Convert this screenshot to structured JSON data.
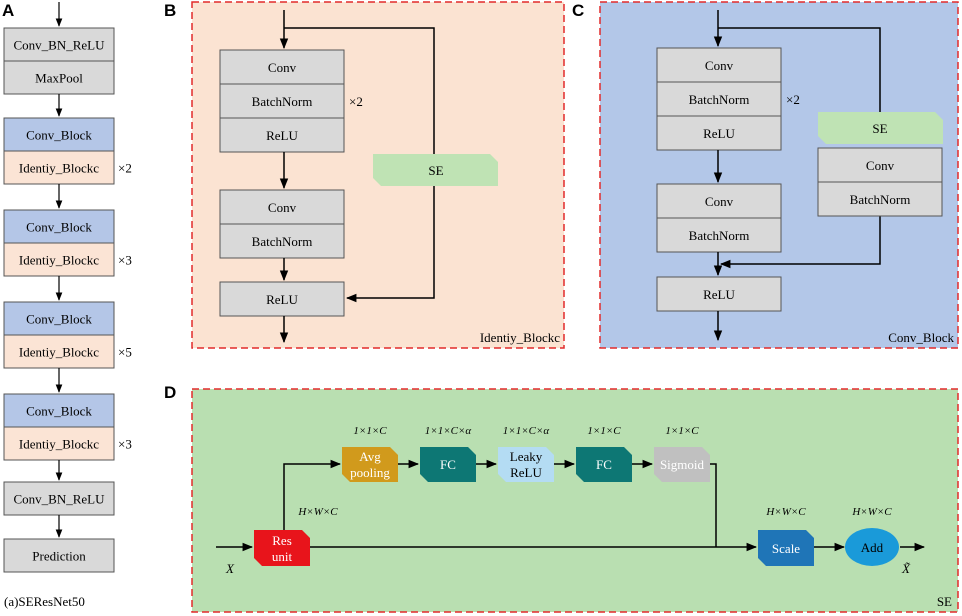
{
  "panel_letters": {
    "a": "A",
    "b": "B",
    "c": "C",
    "d": "D"
  },
  "panel_a": {
    "blocks": [
      {
        "label": "Conv_BN_ReLU",
        "kind": "gray"
      },
      {
        "label": "MaxPool",
        "kind": "gray"
      },
      {
        "label": "Conv_Block",
        "kind": "blue"
      },
      {
        "label": "Identiy_Blockc",
        "kind": "peach",
        "repeat": "×2"
      },
      {
        "label": "Conv_Block",
        "kind": "blue"
      },
      {
        "label": "Identiy_Blockc",
        "kind": "peach",
        "repeat": "×3"
      },
      {
        "label": "Conv_Block",
        "kind": "blue"
      },
      {
        "label": "Identiy_Blockc",
        "kind": "peach",
        "repeat": "×5"
      },
      {
        "label": "Conv_Block",
        "kind": "blue"
      },
      {
        "label": "Identiy_Blockc",
        "kind": "peach",
        "repeat": "×3"
      },
      {
        "label": "Conv_BN_ReLU",
        "kind": "gray"
      },
      {
        "label": "Prediction",
        "kind": "gray"
      }
    ],
    "caption": "(a)SEResNet50"
  },
  "panel_b": {
    "group1": [
      "Conv",
      "BatchNorm",
      "ReLU"
    ],
    "group1_repeat": "×2",
    "group2": [
      "Conv",
      "BatchNorm"
    ],
    "relu": "ReLU",
    "se": "SE",
    "title": "Identiy_Blockc"
  },
  "panel_c": {
    "group1": [
      "Conv",
      "BatchNorm",
      "ReLU"
    ],
    "group1_repeat": "×2",
    "group2": [
      "Conv",
      "BatchNorm"
    ],
    "relu": "ReLU",
    "se": "SE",
    "side": [
      "Conv",
      "BatchNorm"
    ],
    "title": "Conv_Block"
  },
  "panel_d": {
    "input_label": "X",
    "output_label": "X̃",
    "res_unit": [
      "Res",
      "unit"
    ],
    "avg_pooling": [
      "Avg",
      "pooling"
    ],
    "fc1": "FC",
    "leaky_relu": [
      "Leaky",
      "ReLU"
    ],
    "fc2": "FC",
    "sigmoid": "Sigmoid",
    "scale": "Scale",
    "add": "Add",
    "dims": {
      "avg": "1×1×C",
      "fc1": "1×1×C×α",
      "leaky": "1×1×C×α",
      "fc2": "1×1×C",
      "sigmoid": "1×1×C",
      "res": "H×W×C",
      "scale": "H×W×C",
      "add": "H×W×C"
    },
    "title": "SE"
  },
  "colors": {
    "gray": "#d9d9d9",
    "blue": "#b4c6e7",
    "peach": "#fbe4d5",
    "panel_b_bg": "#fbe3d2",
    "panel_c_bg": "#b3c7e8",
    "panel_d_bg": "#b9dfb1",
    "se_green": "#bfe3b4",
    "res_red": "#e8141b",
    "avg_orange": "#d19a1c",
    "fc_teal": "#0d7774",
    "leaky_blue": "#b4dcf3",
    "sigmoid_gray": "#c0c0c0",
    "scale_blue": "#1f75b7",
    "add_blue": "#1a9ad9",
    "dash_red": "#e22b2b"
  }
}
